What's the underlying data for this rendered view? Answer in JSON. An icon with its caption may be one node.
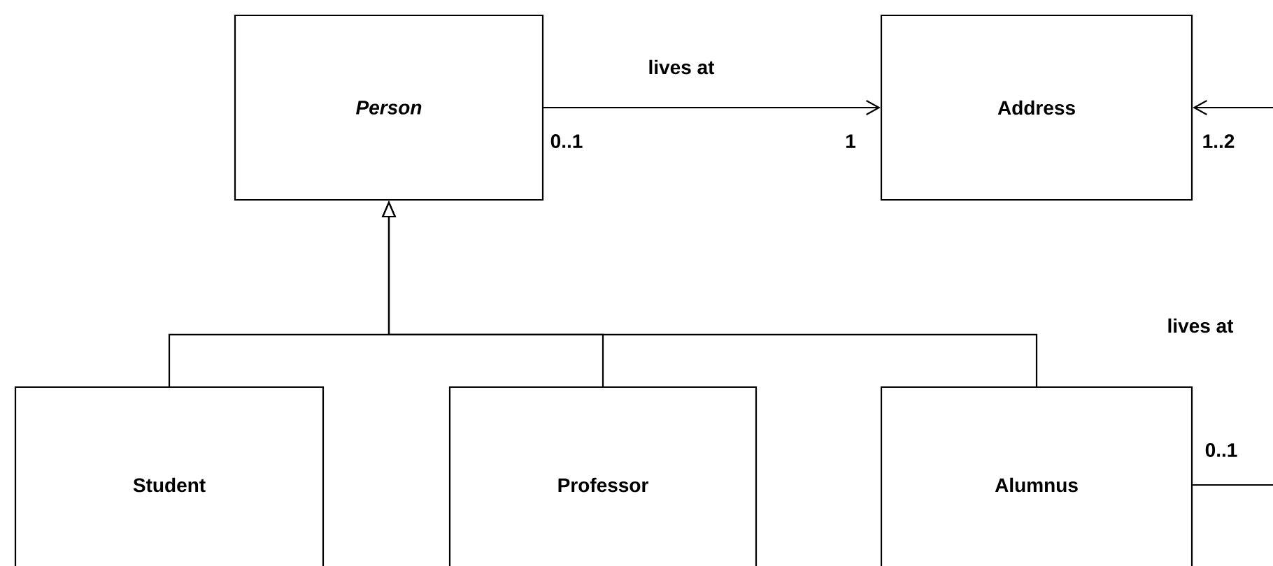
{
  "diagram": {
    "nodes": [
      {
        "text": [
          "Person"
        ]
      },
      {
        "text": [
          "Address"
        ]
      },
      {
        "text": [
          "Student"
        ]
      },
      {
        "text": [
          "Professor"
        ]
      },
      {
        "text": [
          "Alumnus"
        ]
      }
    ],
    "edges": [
      {
        "from": 0,
        "to": 1,
        "arrow": "to",
        "label": "lives at"
      },
      {
        "from": 2,
        "to": 0,
        "arrow": "to"
      },
      {
        "from": 3,
        "to": 0,
        "arrow": "to"
      },
      {
        "from": 4,
        "to": 0,
        "arrow": "to"
      },
      {
        "from": 4,
        "to": 1,
        "arrow": "to",
        "label": "lives at"
      }
    ],
    "labels": [
      "0..1",
      "1",
      "1..2",
      "0..1"
    ]
  }
}
